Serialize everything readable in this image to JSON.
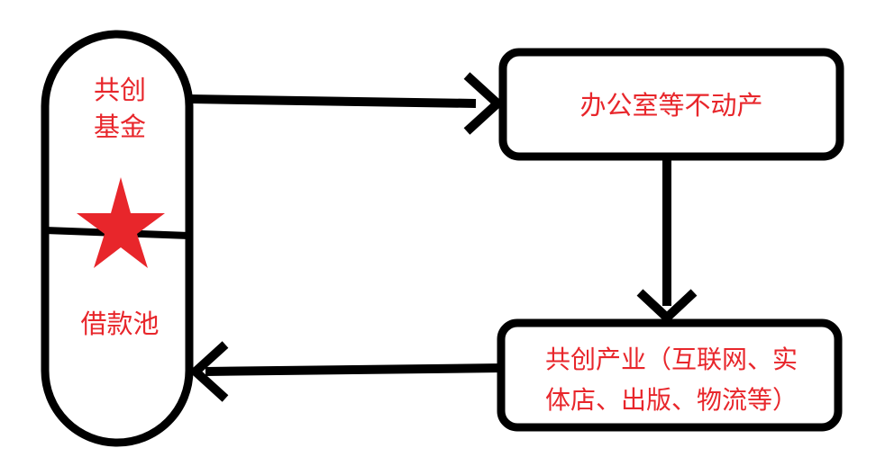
{
  "diagram": {
    "fund_pool": {
      "top_label": "共创\n基金",
      "bottom_label": "借款池"
    },
    "box_real_estate": {
      "label": "办公室等不动产"
    },
    "box_industry": {
      "label": "共创产业（互联网、实\n体店、出版、物流等）"
    },
    "colors": {
      "text": "#e8262b",
      "star": "#e8262b",
      "stroke": "#000000"
    },
    "icons": [
      "star-icon",
      "arrow-right-icon",
      "arrow-down-icon",
      "arrow-left-icon"
    ]
  }
}
